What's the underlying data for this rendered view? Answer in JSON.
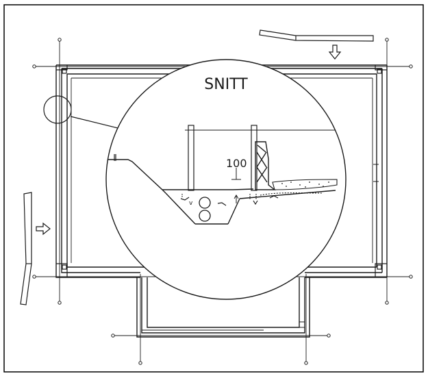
{
  "section": {
    "title": "SNITT",
    "dimension_value": "100",
    "marker_label": "v"
  },
  "colors": {
    "line": "#1a1a1a",
    "background": "#ffffff",
    "border": "#000000"
  }
}
